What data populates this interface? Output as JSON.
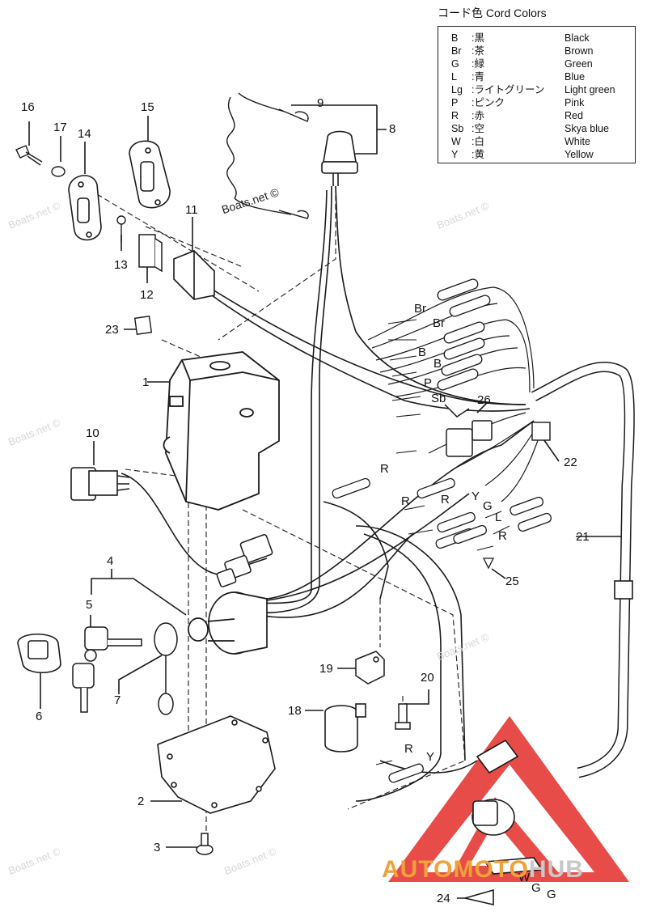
{
  "legend": {
    "title": "コード色 Cord Colors",
    "rows": [
      {
        "code": "B",
        "jp": ":黒",
        "en": "Black"
      },
      {
        "code": "Br",
        "jp": ":茶",
        "en": "Brown"
      },
      {
        "code": "G",
        "jp": ":緑",
        "en": "Green"
      },
      {
        "code": "L",
        "jp": ":青",
        "en": "Blue"
      },
      {
        "code": "Lg",
        "jp": ":ライトグリーン",
        "en": "Light green"
      },
      {
        "code": "P",
        "jp": ":ピンク",
        "en": "Pink"
      },
      {
        "code": "R",
        "jp": ":赤",
        "en": "Red"
      },
      {
        "code": "Sb",
        "jp": ":空",
        "en": "Skya blue"
      },
      {
        "code": "W",
        "jp": ":白",
        "en": "White"
      },
      {
        "code": "Y",
        "jp": ":黄",
        "en": "Yellow"
      }
    ]
  },
  "callouts": [
    "1",
    "2",
    "3",
    "4",
    "5",
    "6",
    "7",
    "8",
    "9",
    "10",
    "11",
    "12",
    "13",
    "14",
    "15",
    "16",
    "17",
    "18",
    "19",
    "20",
    "21",
    "22",
    "23",
    "24",
    "25",
    "26"
  ],
  "wire_labels": [
    "Br",
    "Br",
    "B",
    "B",
    "P",
    "Sb",
    "R",
    "R",
    "R",
    "Y",
    "G",
    "L",
    "R",
    "R",
    "Y",
    "W",
    "G",
    "G"
  ],
  "watermark": "Boats.net ©",
  "brand": {
    "part1": "AUTOMOTO",
    "part2": "HUB",
    "accent": "#f0a13a",
    "triangle": "#e53935"
  },
  "line_color": "#1a1a1a"
}
